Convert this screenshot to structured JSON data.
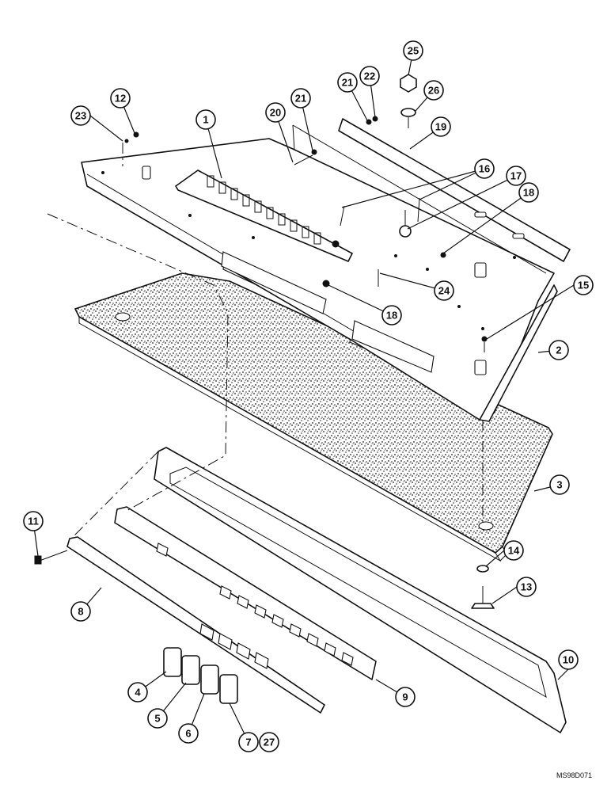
{
  "drawing": {
    "code": "MS98D071"
  },
  "callouts": [
    {
      "id": "c1",
      "label": "1"
    },
    {
      "id": "c2",
      "label": "2"
    },
    {
      "id": "c3",
      "label": "3"
    },
    {
      "id": "c4",
      "label": "4"
    },
    {
      "id": "c5",
      "label": "5"
    },
    {
      "id": "c6",
      "label": "6"
    },
    {
      "id": "c7",
      "label": "7"
    },
    {
      "id": "c27",
      "label": "27"
    },
    {
      "id": "c8",
      "label": "8"
    },
    {
      "id": "c9",
      "label": "9"
    },
    {
      "id": "c10",
      "label": "10"
    },
    {
      "id": "c11",
      "label": "11"
    },
    {
      "id": "c12",
      "label": "12"
    },
    {
      "id": "c13",
      "label": "13"
    },
    {
      "id": "c14",
      "label": "14"
    },
    {
      "id": "c15",
      "label": "15"
    },
    {
      "id": "c16",
      "label": "16"
    },
    {
      "id": "c17",
      "label": "17"
    },
    {
      "id": "c18a",
      "label": "18"
    },
    {
      "id": "c18b",
      "label": "18"
    },
    {
      "id": "c19",
      "label": "19"
    },
    {
      "id": "c20",
      "label": "20"
    },
    {
      "id": "c21a",
      "label": "21"
    },
    {
      "id": "c21b",
      "label": "21"
    },
    {
      "id": "c22",
      "label": "22"
    },
    {
      "id": "c23",
      "label": "23"
    },
    {
      "id": "c24",
      "label": "24"
    },
    {
      "id": "c25",
      "label": "25"
    },
    {
      "id": "c26",
      "label": "26"
    }
  ]
}
